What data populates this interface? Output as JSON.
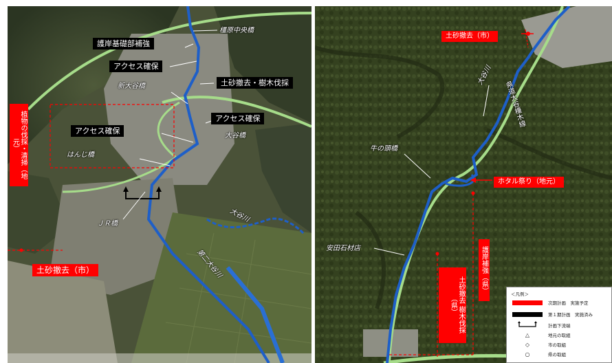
{
  "left_map": {
    "labels": {
      "kashihara_chuo_bridge": "橿原中央橋",
      "revetment": "護岸基礎部補強",
      "access1": "アクセス確保",
      "sediment_tree": "土砂撤去・樹木伐採",
      "shin_otani": "新大谷橋",
      "access2": "アクセス確保",
      "access3": "アクセス確保",
      "otani_bridge": "大谷橋",
      "hanji_bridge": "はんじ橋",
      "jr_bridge": "ＪＲ橋",
      "otani_river": "大谷川",
      "daini_otani": "第二大谷川",
      "vertical_plants": "植物の伐採・清掃（地元）",
      "sediment_city": "土砂撤去（市）"
    }
  },
  "right_map": {
    "labels": {
      "sediment_city": "土砂撤去（市）",
      "otani_river": "大谷川",
      "prefectural_road": "県道大谷橿木線",
      "ushinokashira": "牛の頭橋",
      "firefly": "ホタル祭り（地元）",
      "yasuda": "安田石材店",
      "sediment_pref": "土砂撤去 樹木伐採（県）",
      "revetment_pref": "護岸補強（県）"
    }
  },
  "legend": {
    "title": "＜凡例＞",
    "next_plan": "次期計画　実施予定",
    "first_plan": "第１期計画　実施済み",
    "downstream": "計画下流端",
    "local": "地元の取組",
    "city": "市の取組",
    "pref": "県の取組",
    "sym_triangle": "△",
    "sym_diamond": "◇",
    "sym_circle": "○"
  },
  "colors": {
    "river": "#1e5fc8",
    "road": "#a6dc8a",
    "plan_red": "#ff0000",
    "plan_black": "#000000"
  }
}
